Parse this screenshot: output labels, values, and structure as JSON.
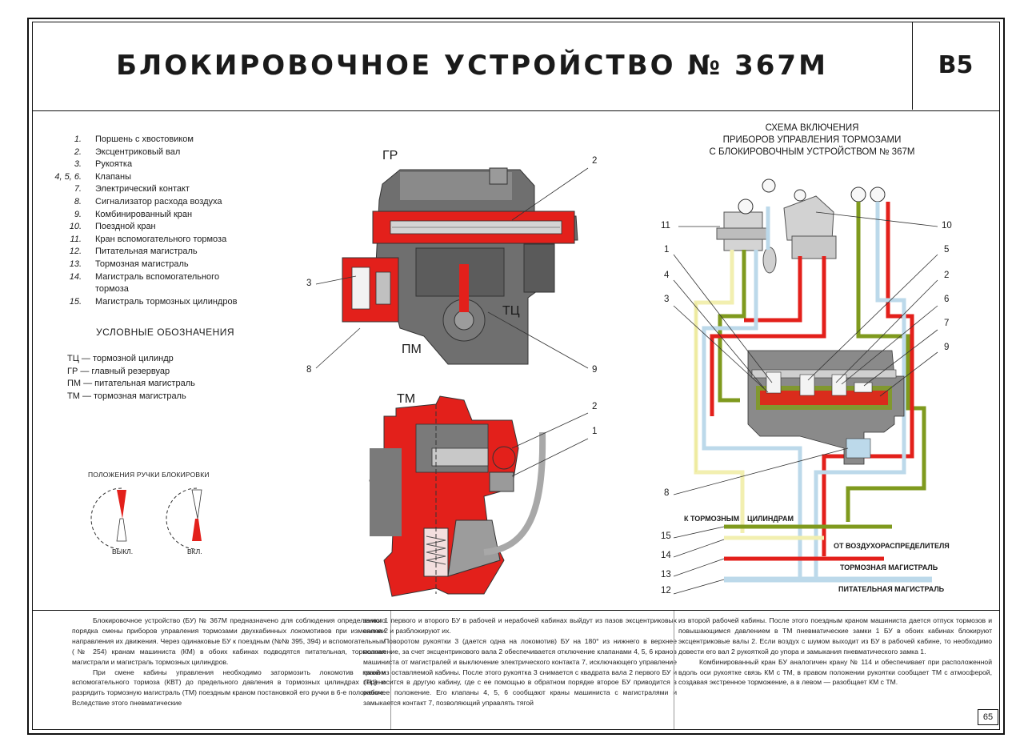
{
  "header": {
    "title": "БЛОКИРОВОЧНОЕ УСТРОЙСТВО № 367М",
    "code": "В5"
  },
  "legend": [
    {
      "num": "1.",
      "text": "Поршень с хвостовиком"
    },
    {
      "num": "2.",
      "text": "Эксцентриковый вал"
    },
    {
      "num": "3.",
      "text": "Рукоятка"
    },
    {
      "num": "4, 5, 6.",
      "text": "Клапаны"
    },
    {
      "num": "7.",
      "text": "Электрический контакт"
    },
    {
      "num": "8.",
      "text": "Сигнализатор расхода воздуха"
    },
    {
      "num": "9.",
      "text": "Комбинированный кран"
    },
    {
      "num": "10.",
      "text": "Поездной кран"
    },
    {
      "num": "11.",
      "text": "Кран вспомогательного тормоза"
    },
    {
      "num": "12.",
      "text": "Питательная магистраль"
    },
    {
      "num": "13.",
      "text": "Тормозная магистраль"
    },
    {
      "num": "14.",
      "text": "Магистраль вспомогательного",
      "text2": "тормоза"
    },
    {
      "num": "15.",
      "text": "Магистраль тормозных цилиндров"
    }
  ],
  "conventions": {
    "title": "УСЛОВНЫЕ ОБОЗНАЧЕНИЯ",
    "items": [
      "ТЦ — тормозной цилиндр",
      "ГР — главный резервуар",
      "ПМ — питательная магистраль",
      "ТМ — тормозная магистраль"
    ]
  },
  "handle": {
    "title": "ПОЛОЖЕНИЯ РУЧКИ БЛОКИРОВКИ",
    "off": "ВЫКЛ.",
    "on": "ВКЛ."
  },
  "drawing": {
    "gr": "ГР",
    "tc": "ТЦ",
    "pm": "ПМ",
    "tm": "ТМ",
    "c2a": "2",
    "c3": "3",
    "c8": "8",
    "c9": "9",
    "c2b": "2",
    "c1": "1"
  },
  "scheme": {
    "title_l1": "СХЕМА ВКЛЮЧЕНИЯ",
    "title_l2": "ПРИБОРОВ УПРАВЛЕНИЯ ТОРМОЗАМИ",
    "title_l3": "С БЛОКИРОВОЧНЫМ УСТРОЙСТВОМ № 367М",
    "c11": "11",
    "c1": "1",
    "c4": "4",
    "c3": "3",
    "c10": "10",
    "c5": "5",
    "c2": "2",
    "c6": "6",
    "c7": "7",
    "c9": "9",
    "c8": "8",
    "c15": "15",
    "c14": "14",
    "c13": "13",
    "c12": "12",
    "to_cyl_a": "К ТОРМОЗНЫМ",
    "to_cyl_b": "ЦИЛИНДРАМ",
    "from_dist": "ОТ ВОЗДУХОРАСПРЕДЕЛИТЕЛЯ",
    "brake_line": "ТОРМОЗНАЯ МАГИСТРАЛЬ",
    "feed_line": "ПИТАТЕЛЬНАЯ МАГИСТРАЛЬ"
  },
  "text_columns": [
    "Блокировочное устройство (БУ) № 367М предназначено для соблюдения определенного порядка смены приборов управления тормозами двухкабинных локомотивов при изменении направления их движения. Через одинаковые БУ к поездным (№№ 395, 394) и вспомогательным (№ 254) кранам машиниста (КМ) в обоих кабинах подводятся питательная, тормозная магистрали и магистраль тормозных цилиндров.",
    "При смене кабины управления необходимо затормозить локомотив краном вспомогательного тормоза (КВТ) до предельного давления в тормозных цилиндрах (ТЦ) и разрядить тормозную магистраль (ТМ) поездным краном постановкой его ручки в 6-е положение. Вследствие этого пневматические",
    "замки 1 первого и второго БУ в рабочей и нерабочей кабинах выйдут из пазов эксцентриковых валов 2 и разблокируют их.",
    "Поворотом рукоятки 3 (дается одна на локомотив) БУ на 180° из нижнего в верхнее положение, за счет эксцентрикового вала 2 обеспечивается отключение клапанами 4, 5, 6 кранов машиниста от магистралей и выключение электрического контакта 7, исключающего управление тягой из оставляемой кабины. После этого рукоятка 3 снимается с квадрата вала 2 первого БУ и переносится в другую кабину, где с ее помощью в обратном порядке второе БУ приводится в рабочее положение. Его клапаны 4, 5, 6 сообщают краны машиниста с магистралями и замыкается контакт 7, позволяющий управлять тягой",
    "из второй рабочей кабины. После этого поездным краном машиниста дается отпуск тормозов и повышающимся давлением в ТМ пневматические замки 1 БУ в обоих кабинах блокируют эксцентриковые валы 2. Если воздух с шумом выходит из БУ в рабочей кабине, то необходимо довести его вал 2 рукояткой до упора и замыкания пневматического замка 1.",
    "Комбинированный кран БУ аналогичен крану № 114 и обеспечивает при расположенной вдоль оси рукоятке связь КМ с ТМ, в правом положении рукоятки сообщает ТМ с атмосферой, создавая экстренное торможение, а в левом — разобщает КМ с ТМ."
  ],
  "page_number": "65",
  "colors": {
    "red": "#e3201b",
    "green": "#7f9a1e",
    "blue_pipe": "#bcd9ea",
    "yellow_pipe": "#f2efb0",
    "grey_body": "#7d7d7d"
  }
}
